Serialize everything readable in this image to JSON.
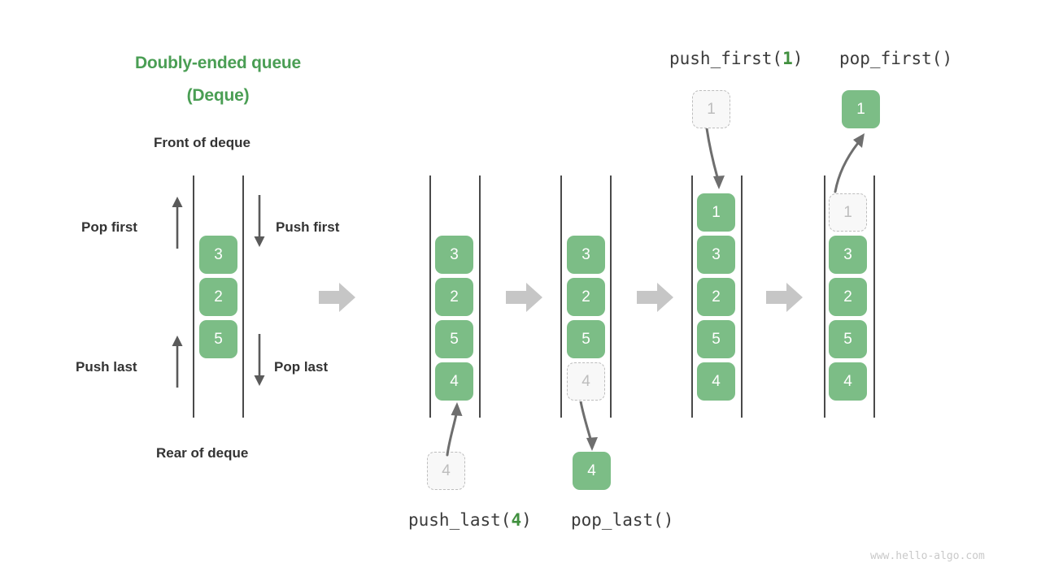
{
  "diagram": {
    "title_line1": "Doubly-ended queue",
    "title_line2": "(Deque)",
    "title_color": "#4a9e54",
    "accent_color": "#7cbd86",
    "ghost_color": "#bdbdbd",
    "rail_color": "#4a4a4a",
    "block_arrow_color": "#c6c6c6",
    "curve_arrow_color": "#6e6e6e",
    "watermark": "www.hello-algo.com"
  },
  "labels": {
    "front_of_deque": "Front of deque",
    "rear_of_deque": "Rear of deque",
    "pop_first": "Pop first",
    "push_first": "Push first",
    "push_last": "Push last",
    "pop_last": "Pop last"
  },
  "operations": {
    "push_first": {
      "prefix": "push_first(",
      "arg": "1",
      "suffix": ")"
    },
    "pop_first": {
      "prefix": "pop_first(",
      "arg": "",
      "suffix": ")"
    },
    "push_last": {
      "prefix": "push_last(",
      "arg": "4",
      "suffix": ")"
    },
    "pop_last": {
      "prefix": "pop_last(",
      "arg": "",
      "suffix": ")"
    }
  },
  "states": [
    {
      "name": "initial-deque",
      "cells": [
        {
          "value": "3",
          "state": "filled"
        },
        {
          "value": "2",
          "state": "filled"
        },
        {
          "value": "5",
          "state": "filled"
        }
      ]
    },
    {
      "name": "after-push-last",
      "cells": [
        {
          "value": "3",
          "state": "filled"
        },
        {
          "value": "2",
          "state": "filled"
        },
        {
          "value": "5",
          "state": "filled"
        },
        {
          "value": "4",
          "state": "filled"
        }
      ],
      "incoming": {
        "value": "4",
        "state": "ghost"
      }
    },
    {
      "name": "after-pop-last",
      "cells": [
        {
          "value": "3",
          "state": "filled"
        },
        {
          "value": "2",
          "state": "filled"
        },
        {
          "value": "5",
          "state": "filled"
        },
        {
          "value": "4",
          "state": "ghost"
        }
      ],
      "outgoing": {
        "value": "4",
        "state": "filled"
      }
    },
    {
      "name": "after-push-first",
      "cells": [
        {
          "value": "1",
          "state": "filled"
        },
        {
          "value": "3",
          "state": "filled"
        },
        {
          "value": "2",
          "state": "filled"
        },
        {
          "value": "5",
          "state": "filled"
        },
        {
          "value": "4",
          "state": "filled"
        }
      ],
      "incoming": {
        "value": "1",
        "state": "ghost"
      }
    },
    {
      "name": "after-pop-first",
      "cells": [
        {
          "value": "1",
          "state": "ghost"
        },
        {
          "value": "3",
          "state": "filled"
        },
        {
          "value": "2",
          "state": "filled"
        },
        {
          "value": "5",
          "state": "filled"
        },
        {
          "value": "4",
          "state": "filled"
        }
      ],
      "outgoing": {
        "value": "1",
        "state": "filled"
      }
    }
  ]
}
